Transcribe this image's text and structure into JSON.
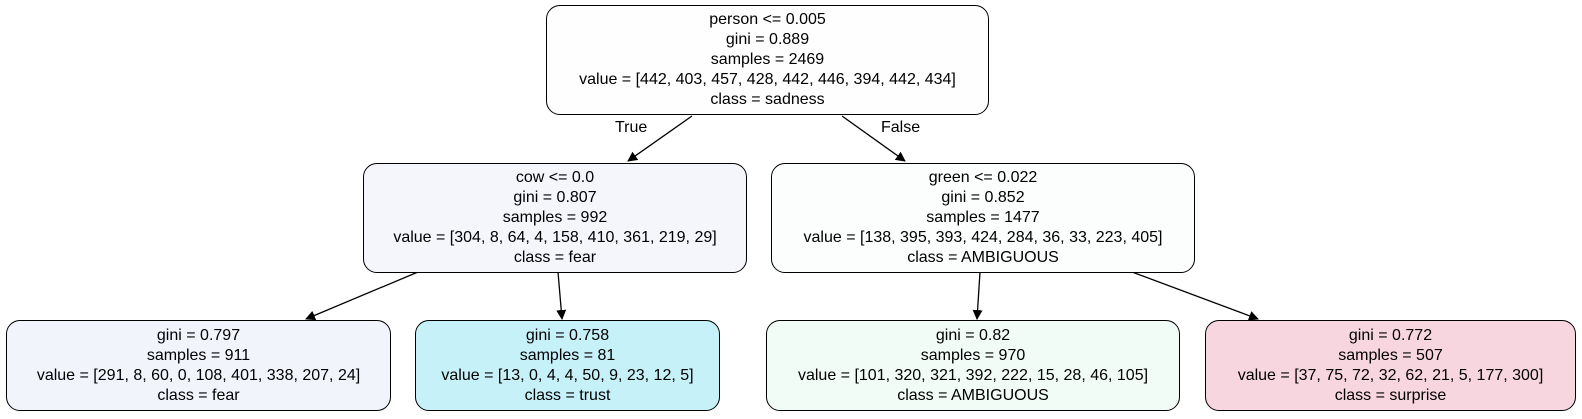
{
  "tree": {
    "root": {
      "condition": "person <= 0.005",
      "gini": "gini = 0.889",
      "samples": "samples = 2469",
      "value": "value = [442, 403, 457, 428, 442, 446, 394, 442, 434]",
      "class": "class = sadness",
      "fill": "#fefefe"
    },
    "left": {
      "condition": "cow <= 0.0",
      "gini": "gini = 0.807",
      "samples": "samples = 992",
      "value": "value = [304, 8, 64, 4, 158, 410, 361, 219, 29]",
      "class": "class = fear",
      "fill": "#f5f6fc"
    },
    "right": {
      "condition": "green <= 0.022",
      "gini": "gini = 0.852",
      "samples": "samples = 1477",
      "value": "value = [138, 395, 393, 424, 284, 36, 33, 223, 405]",
      "class": "class = AMBIGUOUS",
      "fill": "#fbfefd"
    },
    "left_left": {
      "gini": "gini = 0.797",
      "samples": "samples = 911",
      "value": "value = [291, 8, 60, 0, 108, 401, 338, 207, 24]",
      "class": "class = fear",
      "fill": "#f2f4fc"
    },
    "left_right": {
      "gini": "gini = 0.758",
      "samples": "samples = 81",
      "value": "value = [13, 0, 4, 4, 50, 9, 23, 12, 5]",
      "class": "class = trust",
      "fill": "#c6f1f8"
    },
    "right_left": {
      "gini": "gini = 0.82",
      "samples": "samples = 970",
      "value": "value = [101, 320, 321, 392, 222, 15, 28, 46, 105]",
      "class": "class = AMBIGUOUS",
      "fill": "#f1fcf7"
    },
    "right_right": {
      "gini": "gini = 0.772",
      "samples": "samples = 507",
      "value": "value = [37, 75, 72, 32, 62, 21, 5, 177, 300]",
      "class": "class = surprise",
      "fill": "#f8d6e0"
    },
    "edge_labels": {
      "true_label": "True",
      "false_label": "False"
    }
  }
}
